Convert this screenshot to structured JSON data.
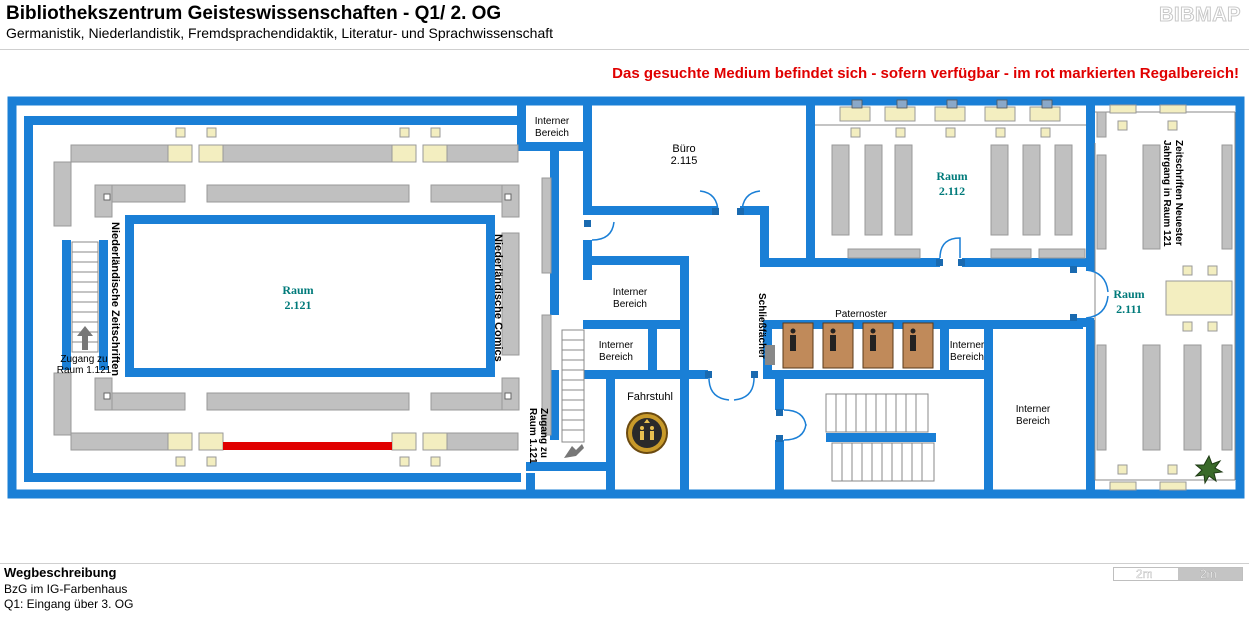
{
  "header": {
    "title": "Bibliothekszentrum Geisteswissenschaften - Q1/ 2. OG",
    "subtitle": "Germanistik, Niederlandistik, Fremdsprachendidaktik, Literatur- und Sprachwissenschaft",
    "brand": "BIBMAP"
  },
  "notice": "Das gesuchte Medium befindet sich - sofern verfügbar -  im rot markierten Regalbereich!",
  "colors": {
    "wall": "#1a7fd6",
    "shelf": "#c0c0c0",
    "desk": "#f3eec0",
    "highlight": "#e00000",
    "room_label": "#007a7a",
    "notice": "#e00000"
  },
  "map": {
    "raum_2121": {
      "line1": "Raum",
      "line2": "2.121"
    },
    "raum_2112": {
      "line1": "Raum",
      "line2": "2.112"
    },
    "raum_2111": {
      "line1": "Raum",
      "line2": "2.111"
    },
    "buero": {
      "line1": "Büro",
      "line2": "2.115"
    },
    "interner_bereich": {
      "line1": "Interner",
      "line2": "Bereich"
    },
    "fahrstuhl": "Fahrstuhl",
    "paternoster": "Paternoster",
    "schliessfaecher": "Schließfächer",
    "niederl_zeitschriften": "Niederländische Zeitschriften",
    "niederl_comics": "Niederländische Comics",
    "zugang_left": {
      "line1": "Zugang zu",
      "line2": "Raum 1.121"
    },
    "zugang_mid": {
      "line1": "Zugang zu",
      "line2": "Raum 1.121"
    },
    "zeitschriften_right": {
      "line1": "Zeitschriften Neuester",
      "line2": "Jahrgang in Raum 121"
    },
    "icons": [
      "elevator-icon",
      "paternoster-cabin-icon",
      "computer-workstation-icon",
      "plant-icon",
      "staircase-icon"
    ]
  },
  "footer": {
    "title": "Wegbeschreibung",
    "line1": "BzG im IG-Farbenhaus",
    "line2": "Q1: Eingang über 3. OG"
  },
  "scale": {
    "left": "2m",
    "right": "2m"
  }
}
